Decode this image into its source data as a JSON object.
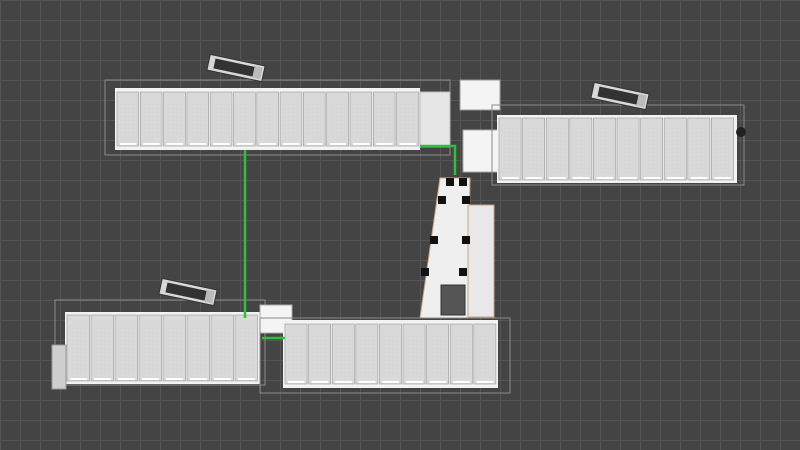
{
  "view": {
    "background": "#444444",
    "grid_color": "#555555"
  },
  "plan": {
    "floor_color": "#eeeeee",
    "cell_color": "#d9d9d9",
    "wall_color": "#c0a080",
    "corridor_path_color": "#2fbf3a",
    "column_color": "#111111",
    "wings": [
      {
        "name": "north-west-wing",
        "room_count": 13
      },
      {
        "name": "north-east-wing",
        "room_count": 10
      },
      {
        "name": "south-west-wing",
        "room_count": 8
      },
      {
        "name": "south-east-wing",
        "room_count": 9
      }
    ],
    "vehicles": [
      {
        "name": "vehicle-top-left"
      },
      {
        "name": "vehicle-top-right"
      },
      {
        "name": "vehicle-bottom-left"
      }
    ]
  }
}
